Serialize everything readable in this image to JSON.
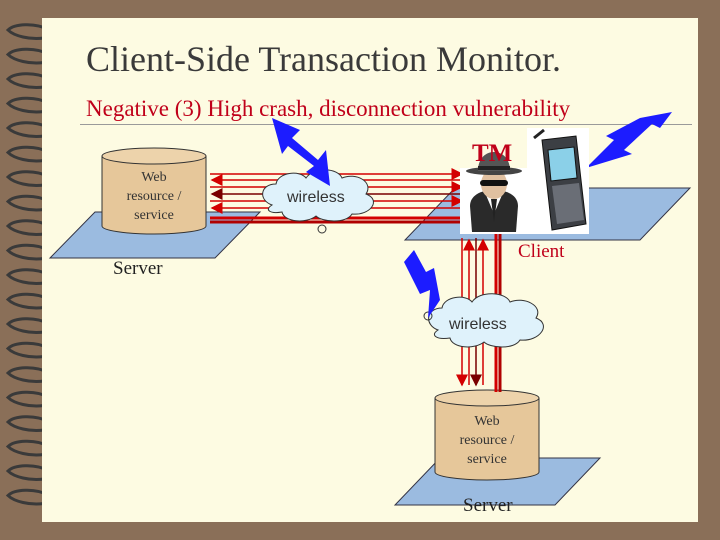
{
  "slide": {
    "title": "Client-Side Transaction Monitor.",
    "subtitle": "Negative (3) High crash, disconnection vulnerability"
  },
  "diagram": {
    "tm_label": "TM",
    "client_label": "Client",
    "top_server": {
      "db_text": [
        "Web",
        "resource /",
        "service"
      ],
      "label": "Server"
    },
    "bottom_server": {
      "db_text": [
        "Web",
        "resource /",
        "service"
      ],
      "label": "Server"
    },
    "cloud_top": "wireless",
    "cloud_bottom": "wireless"
  },
  "colors": {
    "accent_red": "#c0001a",
    "arrow_red": "#d30000",
    "arrow_dark": "#7a0000",
    "platform_blue": "#9bbbe0",
    "db_tan": "#e6c79a",
    "cloud_fill": "#dff2fb",
    "lightning_blue": "#1c1cff"
  },
  "icons": [
    "spiral-binding-icon",
    "lightning-bolt-icon",
    "spy-agent-icon",
    "mobile-phone-icon",
    "database-cylinder-icon",
    "cloud-icon"
  ]
}
